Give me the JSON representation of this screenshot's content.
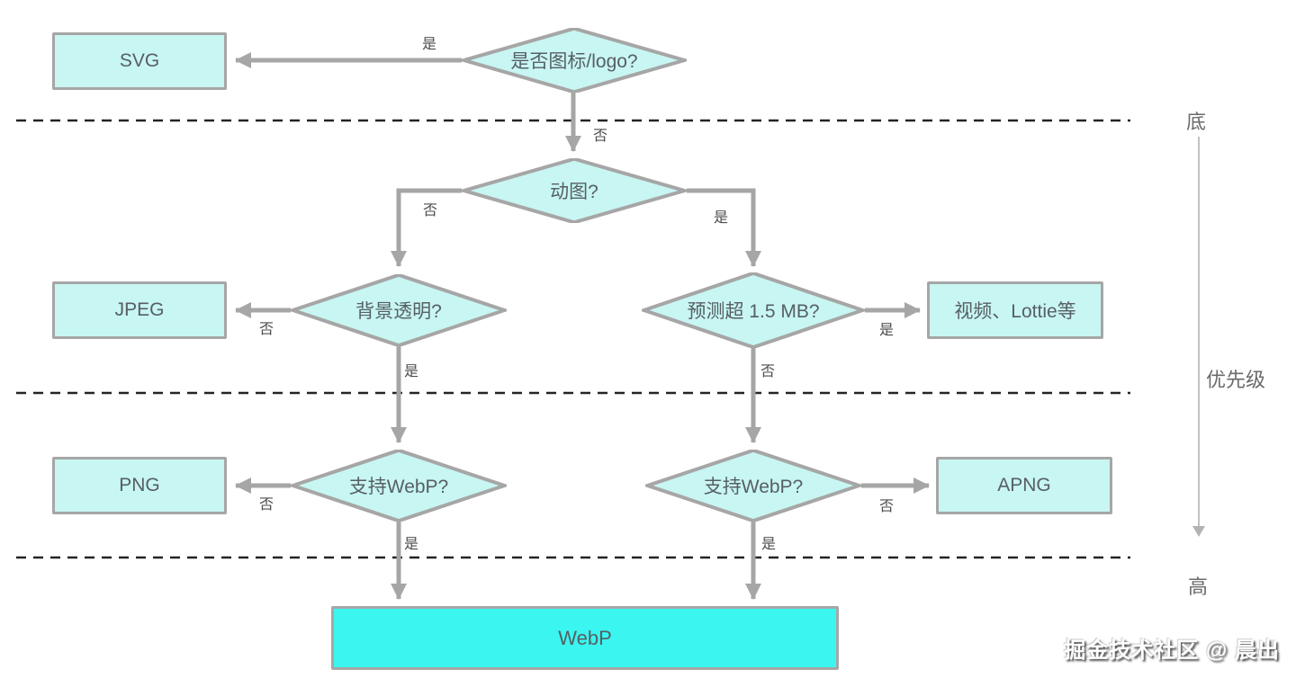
{
  "colors": {
    "node_fill": "#c8f6f2",
    "final_fill": "#3bf6f0",
    "border": "#a6a6a6",
    "connector": "#a6a6a6",
    "dashed_line": "#242424",
    "node_text": "#575f63",
    "edge_label_text": "#4d4d4d",
    "axis_text": "#6b6b6b",
    "axis_line": "#b3b3b3"
  },
  "nodes": {
    "q_icon_logo": "是否图标/logo?",
    "q_animated": "动图?",
    "q_transparent": "背景透明?",
    "q_oversize": "预测超 1.5 MB?",
    "q_webp_left": "支持WebP?",
    "q_webp_right": "支持WebP?",
    "svg": "SVG",
    "jpeg": "JPEG",
    "png": "PNG",
    "apng": "APNG",
    "video_lottie": "视频、Lottie等",
    "webp": "WebP"
  },
  "edge_labels": {
    "yes": "是",
    "no": "否"
  },
  "axis": {
    "top": "底",
    "title": "优先级",
    "bottom": "高"
  },
  "watermark": "掘金技术社区 @ 晨出"
}
